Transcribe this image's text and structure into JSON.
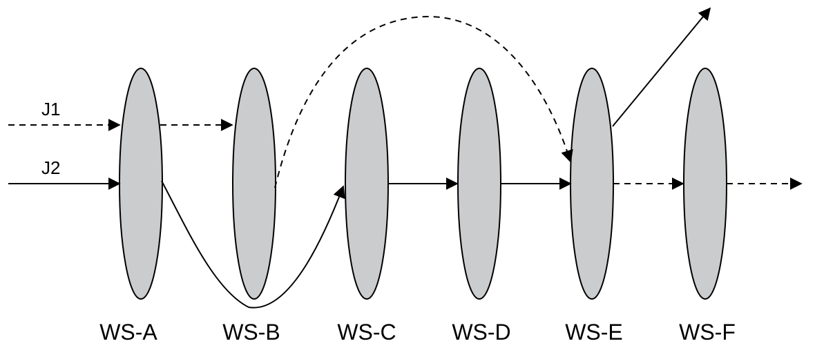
{
  "job_labels": [
    "J1",
    "J2"
  ],
  "stations": [
    {
      "id": "a",
      "label": "WS-A"
    },
    {
      "id": "b",
      "label": "WS-B"
    },
    {
      "id": "c",
      "label": "WS-C"
    },
    {
      "id": "d",
      "label": "WS-D"
    },
    {
      "id": "e",
      "label": "WS-E"
    },
    {
      "id": "f",
      "label": "WS-F"
    }
  ],
  "colors": {
    "station_fill": "#cbcccd",
    "line": "#000000"
  }
}
